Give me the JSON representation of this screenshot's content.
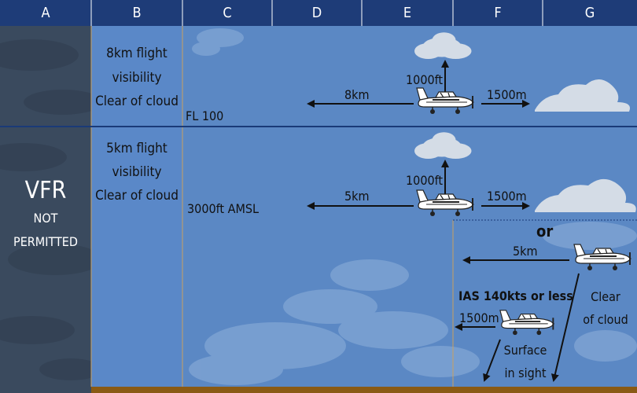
{
  "columns": [
    "A",
    "B",
    "C",
    "D",
    "E",
    "F",
    "G"
  ],
  "side_label": {
    "title": "VFR",
    "line1": "NOT",
    "line2": "PERMITTED"
  },
  "upper_band": {
    "requirements": [
      "8km flight",
      "visibility",
      "Clear of cloud"
    ],
    "boundary_label": "FL 100",
    "horizontal_distance": "8km",
    "vertical_distance": "1000ft",
    "cloud_distance": "1500m"
  },
  "lower_band": {
    "requirements": [
      "5km flight",
      "visibility",
      "Clear of cloud"
    ],
    "boundary_label": "3000ft AMSL",
    "horizontal_distance": "5km",
    "vertical_distance": "1000ft",
    "cloud_distance": "1500m"
  },
  "alternative": {
    "or_label": "or",
    "horizontal_distance": "5km",
    "speed_condition": "IAS 140kts or less",
    "cloud_distance": "1500m",
    "clear_of_cloud": [
      "Clear",
      "of cloud"
    ],
    "surface": [
      "Surface",
      "in sight"
    ]
  },
  "colors": {
    "header": "#1e3c78",
    "column_a": "#3a4a5e",
    "column_b": "#5a88c8",
    "sky": "#5b88c4",
    "boundary_line": "#1a3a78",
    "divider": "#c8a060",
    "ground": "#8a5a14",
    "cloud": "#d4dce6"
  }
}
